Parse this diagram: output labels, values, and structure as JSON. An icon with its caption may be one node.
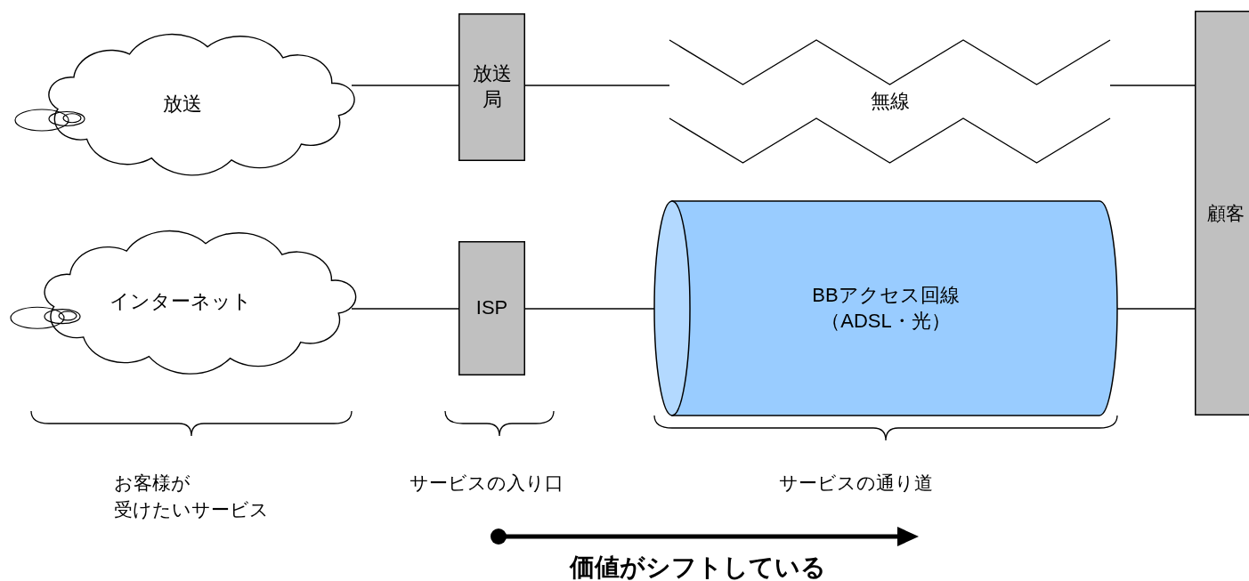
{
  "diagram": {
    "nodes": [
      {
        "text": [
          "放送"
        ]
      },
      {
        "text": [
          "放送局"
        ]
      },
      {
        "text": [
          "無線"
        ]
      },
      {
        "text": [
          "顧客"
        ]
      },
      {
        "text": [
          "インターネット"
        ]
      },
      {
        "text": [
          "ISP"
        ]
      },
      {
        "text": [
          "BBアクセス回線（ADSL・光）"
        ]
      }
    ],
    "edges": [
      {
        "from": 0,
        "to": 1,
        "arrow": "none"
      },
      {
        "from": 1,
        "to": 2,
        "arrow": "none"
      },
      {
        "from": 2,
        "to": 3,
        "arrow": "none"
      },
      {
        "from": 4,
        "to": 5,
        "arrow": "none"
      },
      {
        "from": 5,
        "to": 6,
        "arrow": "none"
      },
      {
        "from": 6,
        "to": 3,
        "arrow": "none"
      }
    ],
    "labels": [
      "お客様が受けたいサービス",
      "サービスの入り口",
      "サービスの通り道",
      "価値がシフトしている"
    ]
  }
}
